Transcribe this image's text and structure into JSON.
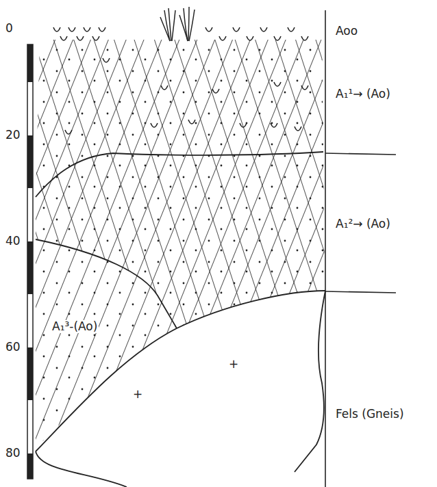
{
  "diagram": {
    "labels": [
      "0",
      "20",
      "40",
      "60",
      "80",
      "Aoo",
      "A₁¹→ (Ao)",
      "A₁²→ (Ao)",
      "A₁³-(Ao)",
      "Fels (Gneis)",
      "+",
      "+"
    ]
  }
}
